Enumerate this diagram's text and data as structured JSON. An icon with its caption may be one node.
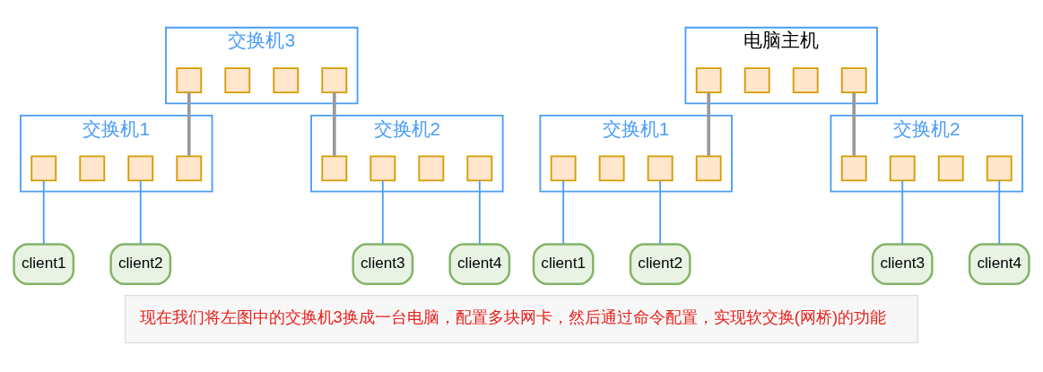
{
  "diagram": {
    "caption": "现在我们将左图中的交换机3换成一台电脑，配置多块网卡，然后通过命令配置，实现软交换(网桥)的功能",
    "nodes": [
      {
        "text": [
          "交换机3"
        ]
      },
      {
        "text": [],
        "shape": "box",
        "in": 0
      },
      {
        "text": [],
        "shape": "box",
        "in": 0
      },
      {
        "text": [],
        "shape": "box",
        "in": 0
      },
      {
        "text": [],
        "shape": "box",
        "in": 0
      },
      {
        "text": [
          "交换机1"
        ]
      },
      {
        "text": [],
        "shape": "box",
        "in": 5
      },
      {
        "text": [],
        "shape": "box",
        "in": 5
      },
      {
        "text": [],
        "shape": "box",
        "in": 5
      },
      {
        "text": [],
        "shape": "box",
        "in": 5
      },
      {
        "text": [
          "交换机2"
        ]
      },
      {
        "text": [],
        "shape": "box",
        "in": 10
      },
      {
        "text": [],
        "shape": "box",
        "in": 10
      },
      {
        "text": [],
        "shape": "box",
        "in": 10
      },
      {
        "text": [],
        "shape": "box",
        "in": 10
      },
      {
        "text": [
          "client1"
        ]
      },
      {
        "text": [
          "client2"
        ]
      },
      {
        "text": [
          "client3"
        ]
      },
      {
        "text": [
          "client4"
        ]
      },
      {
        "text": [
          "电脑主机"
        ]
      },
      {
        "text": [],
        "shape": "box",
        "in": 19
      },
      {
        "text": [],
        "shape": "box",
        "in": 19
      },
      {
        "text": [],
        "shape": "box",
        "in": 19
      },
      {
        "text": [],
        "shape": "box",
        "in": 19
      },
      {
        "text": [
          "交换机1"
        ]
      },
      {
        "text": [],
        "shape": "box",
        "in": 24
      },
      {
        "text": [],
        "shape": "box",
        "in": 24
      },
      {
        "text": [],
        "shape": "box",
        "in": 24
      },
      {
        "text": [],
        "shape": "box",
        "in": 24
      },
      {
        "text": [
          "交换机2"
        ]
      },
      {
        "text": [],
        "shape": "box",
        "in": 29
      },
      {
        "text": [],
        "shape": "box",
        "in": 29
      },
      {
        "text": [],
        "shape": "box",
        "in": 29
      },
      {
        "text": [],
        "shape": "box",
        "in": 29
      },
      {
        "text": [
          "client1"
        ]
      },
      {
        "text": [
          "client2"
        ]
      },
      {
        "text": [
          "client3"
        ]
      },
      {
        "text": [
          "client4"
        ]
      }
    ],
    "edges": [
      {
        "from": 1,
        "to": 9,
        "arrow": "none",
        "style": "thick",
        "color": "#999999"
      },
      {
        "from": 4,
        "to": 11,
        "arrow": "none",
        "style": "thick",
        "color": "#999999"
      },
      {
        "from": 6,
        "to": 15,
        "arrow": "none"
      },
      {
        "from": 8,
        "to": 16,
        "arrow": "none"
      },
      {
        "from": 12,
        "to": 17,
        "arrow": "none"
      },
      {
        "from": 14,
        "to": 18,
        "arrow": "none"
      },
      {
        "from": 20,
        "to": 28,
        "arrow": "none",
        "style": "thick",
        "color": "#999999"
      },
      {
        "from": 23,
        "to": 30,
        "arrow": "none",
        "style": "thick",
        "color": "#999999"
      },
      {
        "from": 25,
        "to": 34,
        "arrow": "none"
      },
      {
        "from": 27,
        "to": 35,
        "arrow": "none"
      },
      {
        "from": 31,
        "to": 36,
        "arrow": "none"
      },
      {
        "from": 33,
        "to": 37,
        "arrow": "none"
      }
    ]
  }
}
